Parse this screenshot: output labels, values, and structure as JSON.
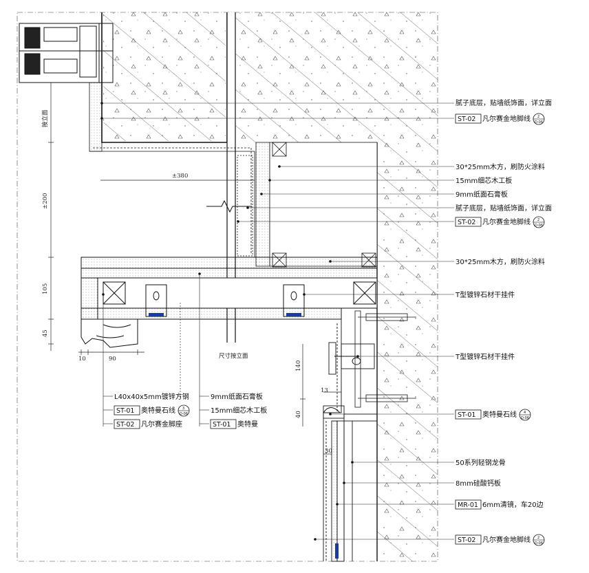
{
  "right_annotations": [
    {
      "tag": "",
      "text": "腻子底层，贴墙纸饰面，详立面",
      "ref": null
    },
    {
      "tag": "ST-02",
      "text": "凡尔赛金地脚线",
      "ref": {
        "top": "2",
        "bottom": "D-06"
      }
    },
    {
      "tag": "",
      "text": "30*25mm木方，刷防火涂料",
      "ref": null
    },
    {
      "tag": "",
      "text": "15mm细芯木工板",
      "ref": null
    },
    {
      "tag": "",
      "text": "9mm纸面石膏板",
      "ref": null
    },
    {
      "tag": "",
      "text": "腻子底层，贴墙纸饰面，详立面",
      "ref": null
    },
    {
      "tag": "ST-02",
      "text": "凡尔赛金地脚线",
      "ref": {
        "top": "2",
        "bottom": "D-06"
      }
    },
    {
      "tag": "",
      "text": "30*25mm木方，刷防火涂料",
      "ref": null
    },
    {
      "tag": "",
      "text": "T型镀锌石材干挂件",
      "ref": null
    },
    {
      "tag": "",
      "text": "T型镀锌石材干挂件",
      "ref": null
    },
    {
      "tag": "ST-01",
      "text": "奥特曼石线",
      "ref": {
        "top": "4",
        "bottom": "D-06"
      }
    },
    {
      "tag": "",
      "text": "50系列轻钢龙骨",
      "ref": null
    },
    {
      "tag": "",
      "text": "8mm硅酸钙板",
      "ref": null
    },
    {
      "tag": "MR-01",
      "text": "6mm清镜，车20边",
      "ref": null
    },
    {
      "tag": "ST-02",
      "text": "凡尔赛金地脚线",
      "ref": {
        "top": "2",
        "bottom": "D-06"
      }
    }
  ],
  "left_annotations": [
    {
      "tag": "",
      "text": "L40x40x5mm镀锌方钢",
      "ref": null
    },
    {
      "tag": "ST-01",
      "text": "奥特曼石线",
      "ref": {
        "top": "3",
        "bottom": "D-06"
      }
    },
    {
      "tag": "ST-02",
      "text": "凡尔赛金脚座",
      "ref": null
    }
  ],
  "mid_annotations": [
    {
      "tag": "",
      "text": "9mm纸面石膏板"
    },
    {
      "tag": "",
      "text": "15mm细芯木工板"
    },
    {
      "tag": "ST-01",
      "text": "奥特曼"
    }
  ],
  "dimensions": {
    "finish_face": "按立面",
    "d380": "±380",
    "d200": "±200",
    "d105": "105",
    "d45": "45",
    "d10": "10",
    "d90": "90",
    "size_by_elev": "尺寸按立面",
    "d140": "140",
    "d13": "13",
    "d40": "40",
    "d30": "30"
  },
  "colors": {
    "line": "#111111",
    "concrete_hatch": "#333333",
    "leader": "#222222",
    "accent_blue": "#1a3aa8",
    "accent_yellow": "#d8cf55"
  }
}
